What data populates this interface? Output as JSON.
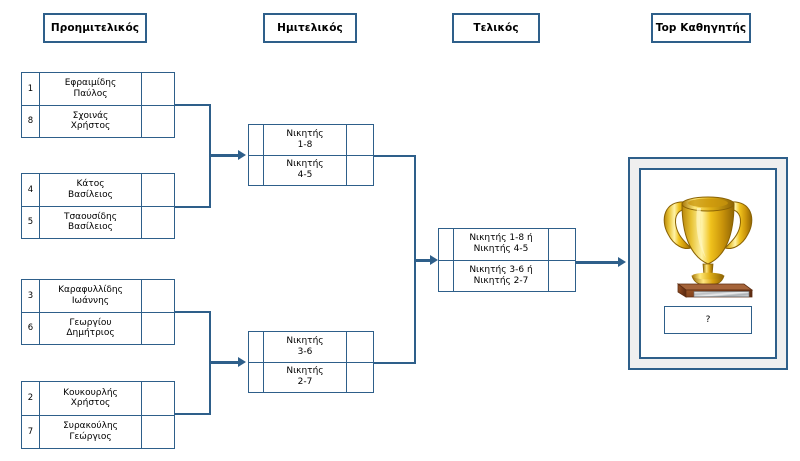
{
  "rounds": [
    {
      "key": "quarterfinal",
      "label": "Προημιτελικός"
    },
    {
      "key": "semifinal",
      "label": "Ημιτελικός"
    },
    {
      "key": "final",
      "label": "Τελικός"
    },
    {
      "key": "champion",
      "label": "Top Καθηγητής"
    }
  ],
  "quarterfinals": [
    {
      "id": "qf1",
      "players": [
        {
          "seed": "1",
          "name": "Εφραιμίδης\nΠαύλος",
          "score": ""
        },
        {
          "seed": "8",
          "name": "Σχοινάς\nΧρήστος",
          "score": ""
        }
      ]
    },
    {
      "id": "qf2",
      "players": [
        {
          "seed": "4",
          "name": "Κάτος\nΒασίλειος",
          "score": ""
        },
        {
          "seed": "5",
          "name": "Τσαουσίδης\nΒασίλειος",
          "score": ""
        }
      ]
    },
    {
      "id": "qf3",
      "players": [
        {
          "seed": "3",
          "name": "Καραφυλλίδης\nΙωάννης",
          "score": ""
        },
        {
          "seed": "6",
          "name": "Γεωργίου\nΔημήτριος",
          "score": ""
        }
      ]
    },
    {
      "id": "qf4",
      "players": [
        {
          "seed": "2",
          "name": "Κουκουρλής\nΧρήστος",
          "score": ""
        },
        {
          "seed": "7",
          "name": "Συρακούλης\nΓεώργιος",
          "score": ""
        }
      ]
    }
  ],
  "semifinals": [
    {
      "id": "sf-top",
      "slots": [
        {
          "name": "Νικητής\n1-8",
          "score": ""
        },
        {
          "name": "Νικητής\n4-5",
          "score": ""
        }
      ]
    },
    {
      "id": "sf-bottom",
      "slots": [
        {
          "name": "Νικητής\n3-6",
          "score": ""
        },
        {
          "name": "Νικητής\n2-7",
          "score": ""
        }
      ]
    }
  ],
  "final": {
    "id": "final-match",
    "slots": [
      {
        "name": "Νικητής  1-8 ή\nΝικητής 4-5",
        "score": ""
      },
      {
        "name": "Νικητής 3-6 ή\nΝικητής 2-7",
        "score": ""
      }
    ]
  },
  "champion": {
    "placeholder": "?",
    "trophy_icon": "trophy-icon"
  },
  "colors": {
    "line": "#2E5F8A",
    "panel_bg": "#EFEFEF",
    "page_bg": "#FFFFFF",
    "trophy_gold": "#E3B40B",
    "trophy_base_wood": "#8C4B23",
    "trophy_plate": "#C9CCCE"
  }
}
